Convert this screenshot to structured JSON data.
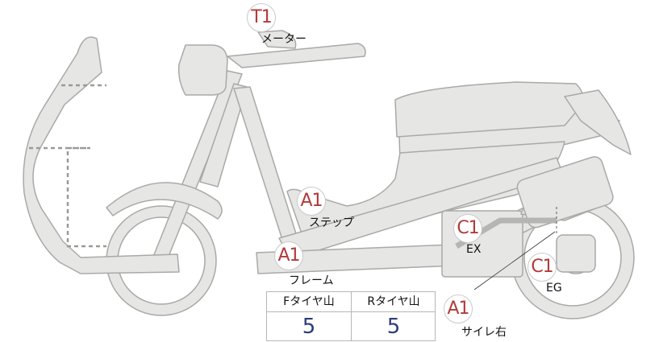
{
  "colors": {
    "body_fill": "#e6e6e4",
    "body_stroke": "#a9a9a7",
    "badge_text": "#b23a3a",
    "value_text": "#2a3d7a"
  },
  "callouts": [
    {
      "id": "meter",
      "code": "T1",
      "label": "メーター"
    },
    {
      "id": "step",
      "code": "A1",
      "label": "ステップ"
    },
    {
      "id": "frame",
      "code": "A1",
      "label": "フレーム"
    },
    {
      "id": "ex",
      "code": "C1",
      "label": "EX"
    },
    {
      "id": "eg",
      "code": "C1",
      "label": "EG"
    },
    {
      "id": "silencer-right",
      "code": "A1",
      "label": "サイレ右"
    }
  ],
  "tire_table": {
    "front_header": "Fタイヤ山",
    "rear_header": "Rタイヤ山",
    "front_value": "5",
    "rear_value": "5"
  }
}
